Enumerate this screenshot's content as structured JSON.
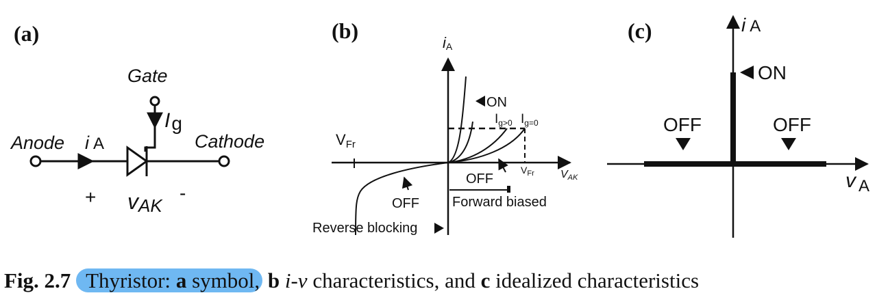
{
  "panels": {
    "a": {
      "tag": "(a)",
      "gate": "Gate",
      "ig": "I",
      "ig_sub": "g",
      "anode": "Anode",
      "ia": "i",
      "ia_sub": "A",
      "cathode": "Cathode",
      "plus": "+",
      "vak": "v",
      "vak_sub": "AK",
      "minus": "-"
    },
    "b": {
      "tag": "(b)",
      "ia": "i",
      "ia_sub": "A",
      "on": "ON",
      "ig_pos": "I",
      "ig_pos_sub": "g>0",
      "ig_zero": "I",
      "ig_zero_sub": "g=0",
      "vfr_left": "V",
      "vfr_left_sub": "Fr",
      "vfr_right": "V",
      "vfr_right_sub": "Fr",
      "vak": "V",
      "vak_sub": "AK",
      "off_forward": "OFF",
      "off_reverse": "OFF",
      "forward_biased": "Forward biased",
      "reverse_blocking": "Reverse blocking"
    },
    "c": {
      "tag": "(c)",
      "ia": "i",
      "ia_sub": "A",
      "on": "ON",
      "off_left": "OFF",
      "off_right": "OFF",
      "va": "v",
      "va_sub": "A"
    }
  },
  "caption": {
    "fig": "Fig. 2.7",
    "thyristor": "Thyristor:",
    "a": "a",
    "symbol": "symbol,",
    "b": "b",
    "iv": "i-v",
    "characteristics": "characteristics, and",
    "c": "c",
    "idealized": "idealized characteristics"
  },
  "colors": {
    "highlight": "#6fb8f2",
    "ink": "#111111"
  }
}
